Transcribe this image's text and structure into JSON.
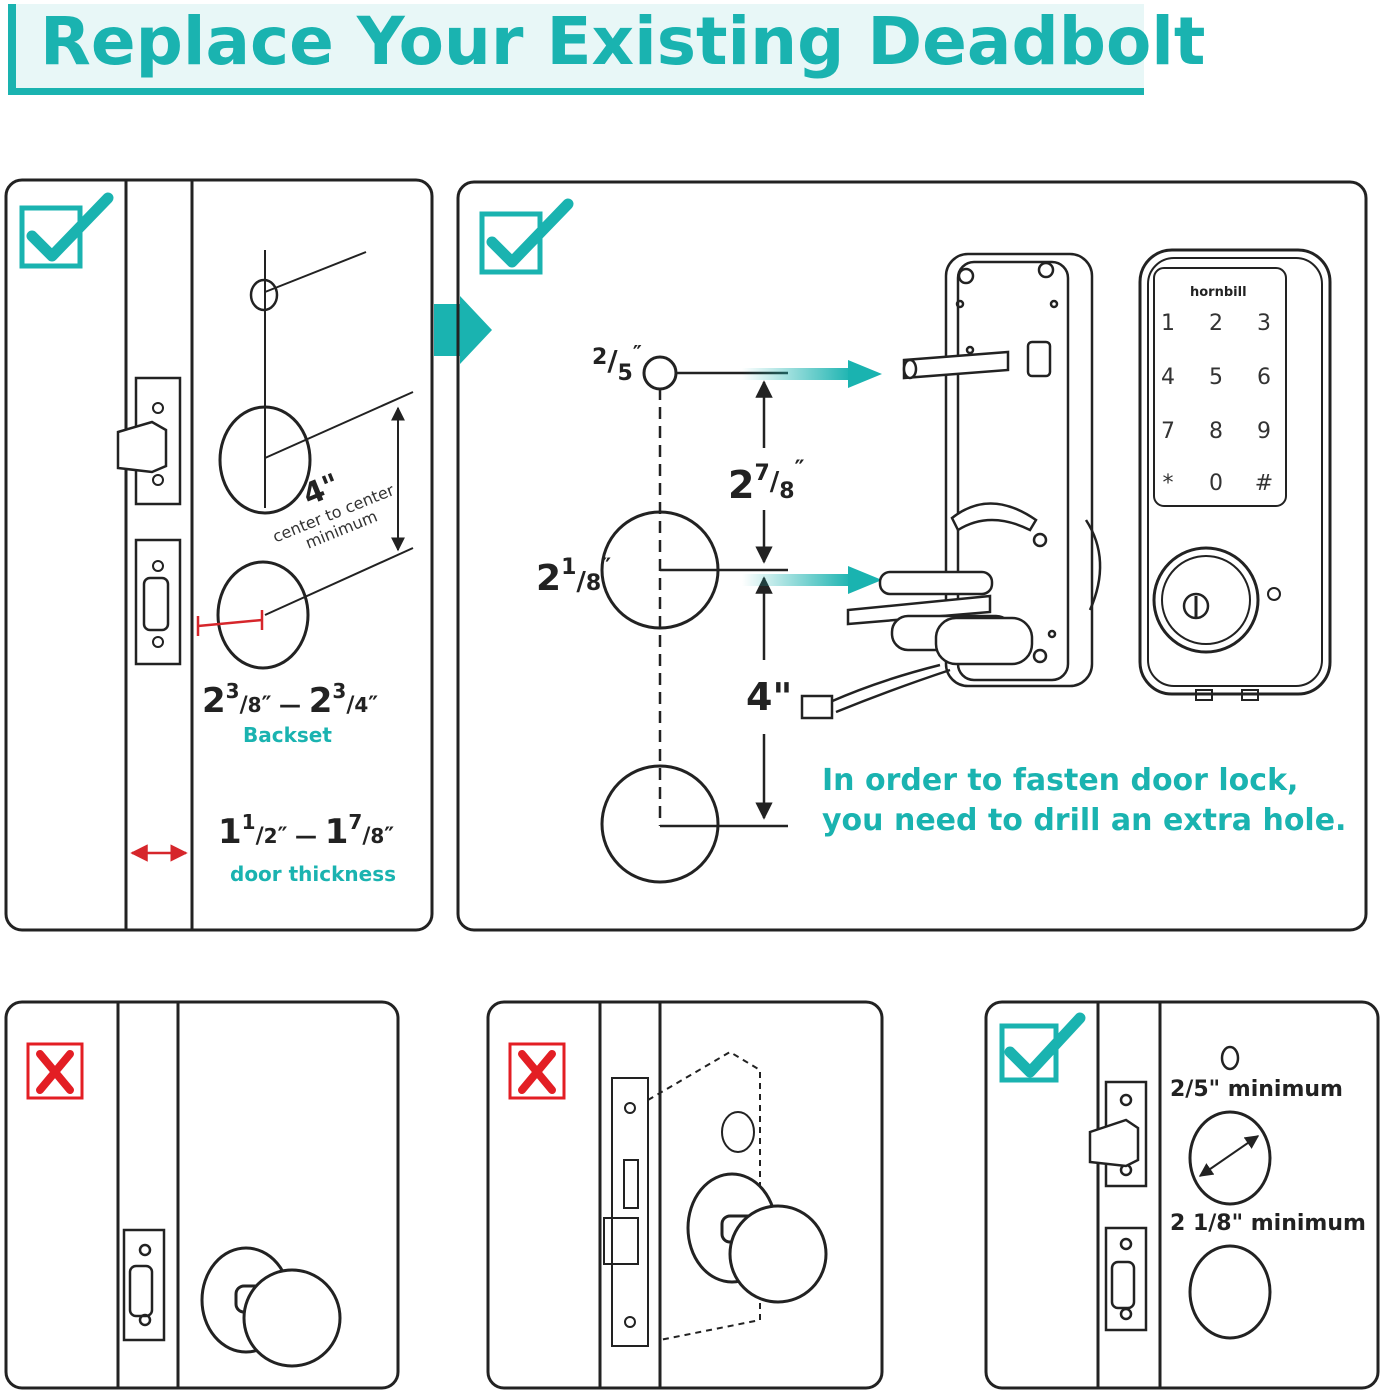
{
  "title": "Replace Your Existing Deadbolt",
  "colors": {
    "accent": "#1ab3b0",
    "reject": "#e31e24",
    "line": "#222222"
  },
  "panel_standard": {
    "status_icon": "check-icon",
    "distance_whole": "4",
    "distance_unit": "\"",
    "distance_note_1": "center to center",
    "distance_note_2": "minimum",
    "backset_min_whole": "2",
    "backset_min_num": "3",
    "backset_min_den": "8",
    "backset_max_whole": "2",
    "backset_max_num": "3",
    "backset_max_den": "4",
    "backset_label": "Backset",
    "thickness_min_whole": "1",
    "thickness_min_num": "1",
    "thickness_min_den": "2",
    "thickness_max_whole": "1",
    "thickness_max_num": "7",
    "thickness_max_den": "8",
    "thickness_label": "door thickness"
  },
  "panel_extra_hole": {
    "status_icon": "check-icon",
    "small_hole_num": "2",
    "small_hole_den": "5",
    "gap_whole": "2",
    "gap_num": "7",
    "gap_den": "8",
    "large_hole_whole": "2",
    "large_hole_num": "1",
    "large_hole_den": "8",
    "spacing": "4\"",
    "brand": "hornbill",
    "keypad": [
      "1",
      "2",
      "3",
      "4",
      "5",
      "6",
      "7",
      "8",
      "9",
      "*",
      "0",
      "#"
    ],
    "note_line_1": "In order to fasten door lock,",
    "note_line_2": "you need to drill an extra hole."
  },
  "panel_knob_only": {
    "status_icon": "x-icon"
  },
  "panel_mortise": {
    "status_icon": "x-icon"
  },
  "panel_min_holes": {
    "status_icon": "check-icon",
    "small_label": "2/5\" minimum",
    "large_label": "2 1/8\" minimum"
  }
}
